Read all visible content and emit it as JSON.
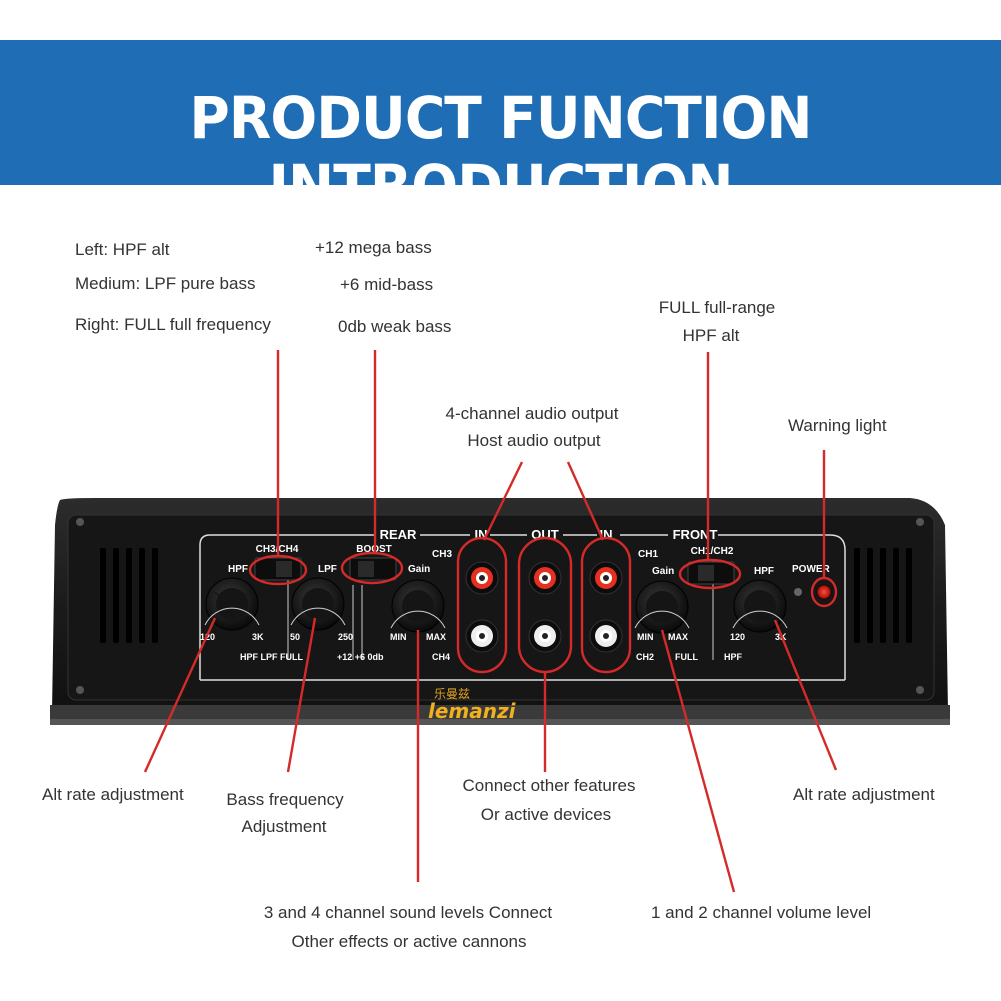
{
  "banner": {
    "title": "PRODUCT FUNCTION INTRODUCTION",
    "color": "#1f6db4"
  },
  "callout_color": "#d42a2a",
  "labels": {
    "hpf_modes": [
      "Left: HPF alt",
      "Medium: LPF pure bass",
      "Right: FULL full frequency"
    ],
    "boost_modes": [
      "+12 mega bass",
      "+6 mid-bass",
      "0db weak bass"
    ],
    "front_modes": [
      "FULL full-range",
      "HPF alt"
    ],
    "audio_output": [
      "4-channel audio output",
      "Host audio output"
    ],
    "warning_light": "Warning light",
    "alt_rate_left": "Alt rate adjustment",
    "bass_frequency": [
      "Bass frequency",
      "Adjustment"
    ],
    "connect_other": [
      "Connect other features",
      "Or active devices"
    ],
    "alt_rate_right": "Alt rate adjustment",
    "ch34_levels": [
      "3 and 4 channel sound levels Connect",
      "Other effects or active cannons"
    ],
    "ch12_volume": "1 and 2 channel volume level"
  },
  "device": {
    "section_rear": "REAR",
    "section_in_left": "IN",
    "section_out": "OUT",
    "section_in_right": "IN",
    "section_front": "FRONT",
    "switch_ch34": "CH3/CH4",
    "switch_boost": "BOOST",
    "switch_ch12": "CH1/CH2",
    "knob_hpf_rear": "HPF",
    "knob_lpf": "LPF",
    "ch3": "CH3",
    "gain_rear": "Gain",
    "ch1": "CH1",
    "gain_front": "Gain",
    "knob_hpf_front": "HPF",
    "power": "POWER",
    "hpf_rear_min": "120",
    "hpf_rear_max": "3K",
    "hpf_rear_modes": "HPF LPF FULL",
    "lpf_min": "50",
    "lpf_max": "250",
    "boost_values": "+12 +6 0db",
    "gain_rear_min": "MIN",
    "gain_rear_max": "MAX",
    "ch4": "CH4",
    "gain_front_min": "MIN",
    "gain_front_max": "MAX",
    "ch2": "CH2",
    "full": "FULL",
    "hpf_front_min": "120",
    "hpf_front_max": "3K",
    "hpf_front_label": "HPF",
    "brand_cn": "乐曼兹",
    "brand": "lemanzi"
  }
}
